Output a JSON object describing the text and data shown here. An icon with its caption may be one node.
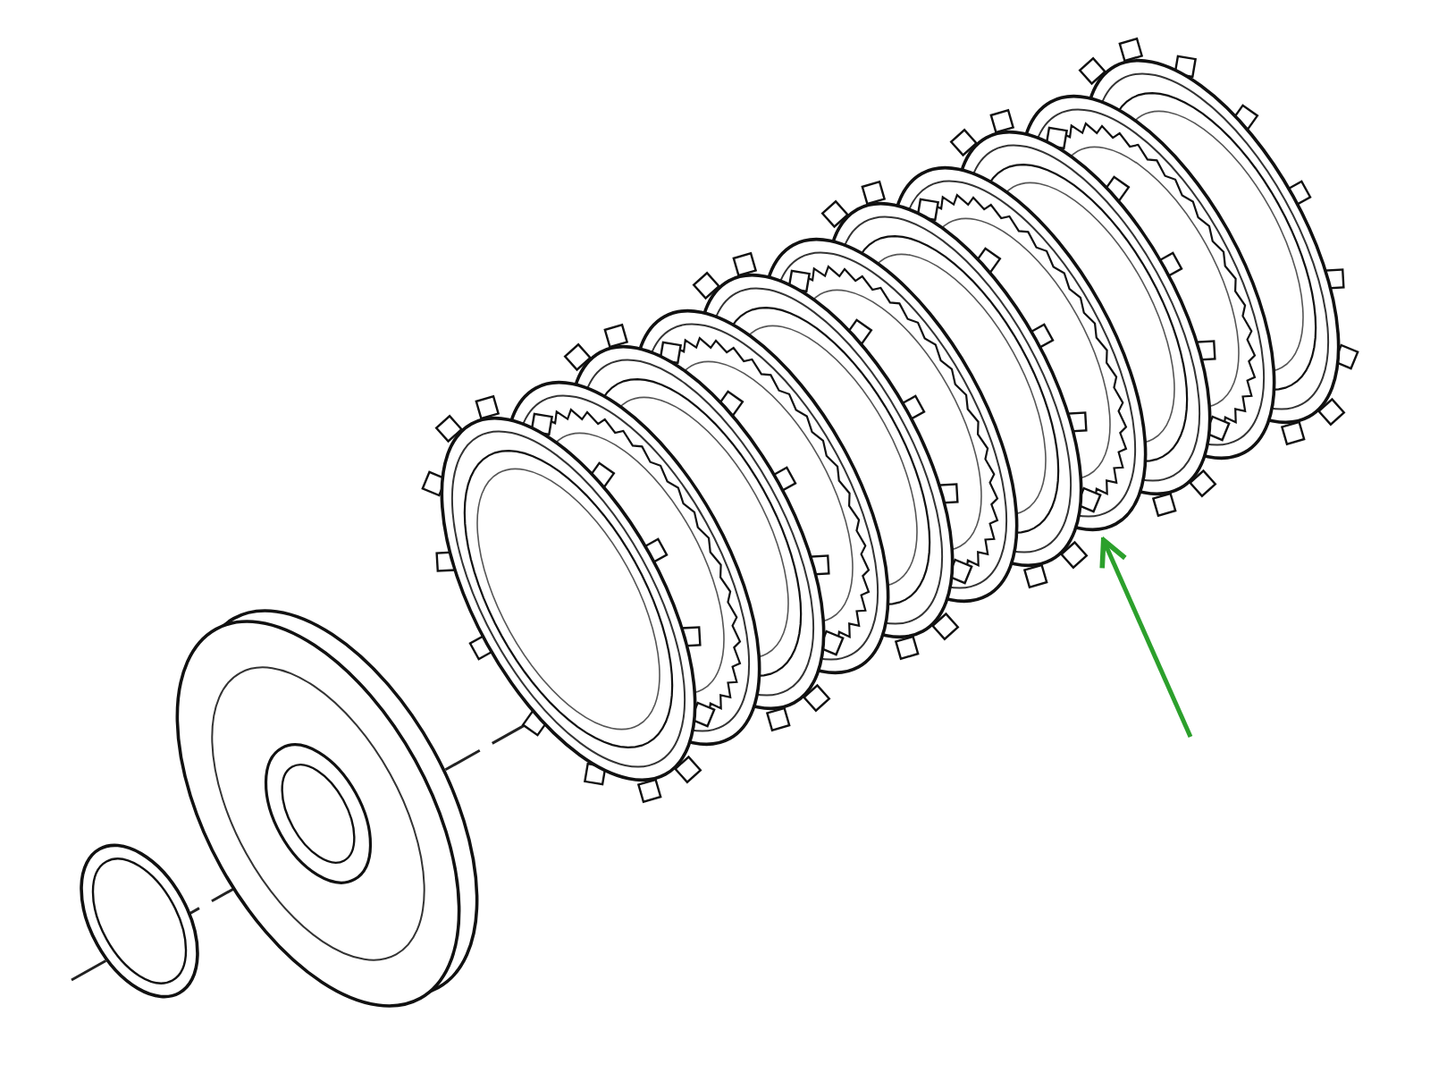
{
  "diagram": {
    "nodes": [
      {
        "text": [],
        "shape": "picture"
      },
      {
        "text": [],
        "shape": "picture"
      },
      {
        "text": [],
        "shape": "picture"
      }
    ],
    "edges": [
      {
        "from": null,
        "to": 2,
        "arrow": "to",
        "color": "#2ca02c"
      }
    ]
  }
}
